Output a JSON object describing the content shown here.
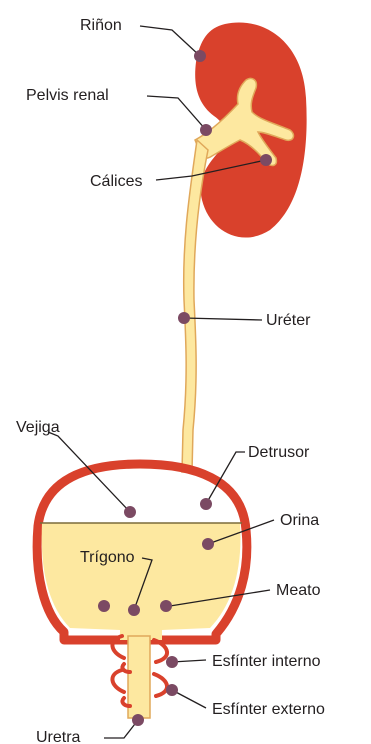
{
  "diagram": {
    "labels": {
      "kidney": "Riñon",
      "renal_pelvis": "Pelvis renal",
      "calyces": "Cálices",
      "ureter": "Uréter",
      "bladder": "Vejiga",
      "detrusor": "Detrusor",
      "urine": "Orina",
      "trigone": "Trígono",
      "meatus": "Meato",
      "internal_sphincter": "Esfínter interno",
      "external_sphincter": "Esfínter externo",
      "urethra": "Uretra"
    },
    "colors": {
      "kidney": "#d9412c",
      "urine": "#fde8a0",
      "outline": "#e0a85a",
      "bladder_wall": "#d9412c",
      "marker": "#7b4a63",
      "leader": "#231f20"
    }
  }
}
